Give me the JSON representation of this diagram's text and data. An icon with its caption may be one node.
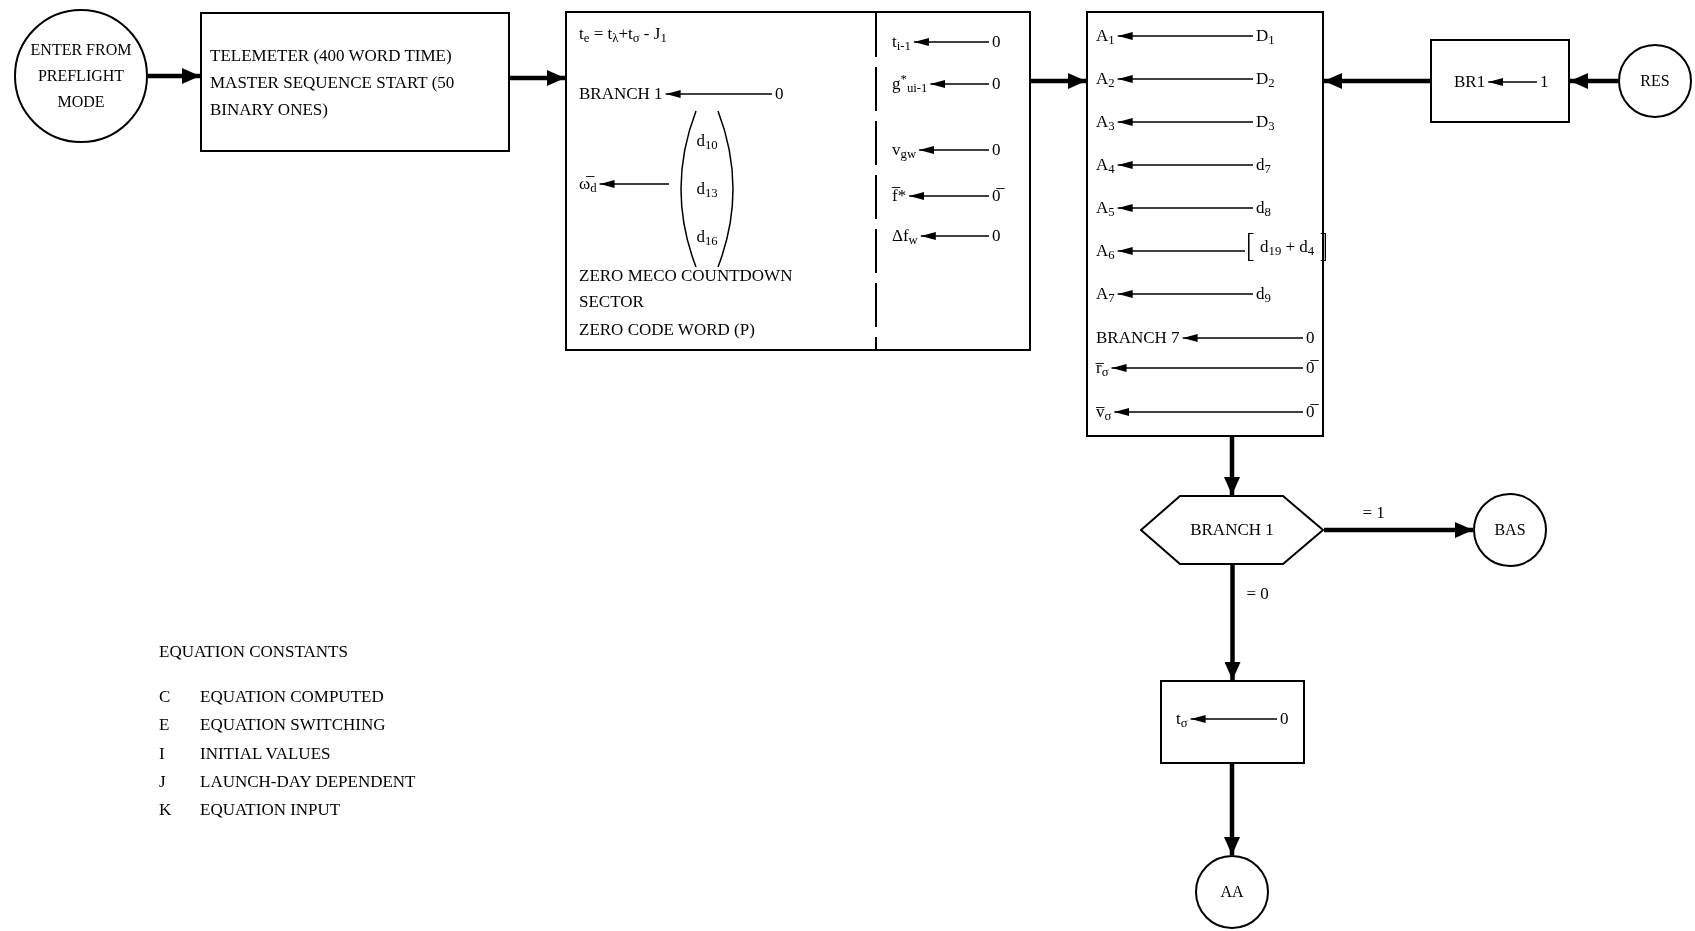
{
  "diagram": {
    "nodes": [
      {
        "text": [
          "ENTER FROM PREFLIGHT MODE"
        ]
      },
      {
        "text": [
          "TELEMETER (400 WORD TIME) MASTER SEQUENCE START (50 BINARY ONES)"
        ]
      },
      {
        "text": [
          "t$_{e}$ = t$_{λ}$+t$_{σ}$ - J$_{1}$",
          "ZERO MECO COUNTDOWN SECTOR",
          "ZERO CODE WORD (P)"
        ]
      },
      {
        "text": [
          "BRANCH 1"
        ],
        "in": 2
      },
      {
        "text": [
          "0"
        ],
        "in": 2
      },
      {
        "text": [
          "ω̅$_{d}$"
        ],
        "in": 2
      },
      {
        "text": [
          "d$_{10}$",
          "d$_{13}$",
          "d$_{16}$"
        ],
        "in": 2
      },
      {
        "text": [
          "t$_{i-1}$"
        ],
        "in": 2
      },
      {
        "text": [
          "0"
        ],
        "in": 2
      },
      {
        "text": [
          "g$^{*}$$_{ui-1}$"
        ],
        "in": 2
      },
      {
        "text": [
          "0"
        ],
        "in": 2
      },
      {
        "text": [
          "v$_{gw}$"
        ],
        "in": 2
      },
      {
        "text": [
          "0"
        ],
        "in": 2
      },
      {
        "text": [
          "f̅*"
        ],
        "in": 2
      },
      {
        "text": [
          "0̅"
        ],
        "in": 2
      },
      {
        "text": [
          "Δf$_{w}$"
        ],
        "in": 2
      },
      {
        "text": [
          "0"
        ],
        "in": 2
      },
      {
        "text": [],
        "shape": "box"
      },
      {
        "text": [
          "A$_{1}$"
        ],
        "in": 17
      },
      {
        "text": [
          "D$_{1}$"
        ],
        "in": 17
      },
      {
        "text": [
          "A$_{2}$"
        ],
        "in": 17
      },
      {
        "text": [
          "D$_{2}$"
        ],
        "in": 17
      },
      {
        "text": [
          "A$_{3}$"
        ],
        "in": 17
      },
      {
        "text": [
          "D$_{3}$"
        ],
        "in": 17
      },
      {
        "text": [
          "A$_{4}$"
        ],
        "in": 17
      },
      {
        "text": [
          "d$_{7}$"
        ],
        "in": 17
      },
      {
        "text": [
          "A$_{5}$"
        ],
        "in": 17
      },
      {
        "text": [
          "d$_{8}$"
        ],
        "in": 17
      },
      {
        "text": [
          "A$_{6}$"
        ],
        "in": 17
      },
      {
        "text": [
          "d$_{19}$ + d$_{4}$"
        ],
        "in": 17
      },
      {
        "text": [
          "A$_{7}$"
        ],
        "in": 17
      },
      {
        "text": [
          "d$_{9}$"
        ],
        "in": 17
      },
      {
        "text": [
          "BRANCH 7"
        ],
        "in": 17
      },
      {
        "text": [
          "0"
        ],
        "in": 17
      },
      {
        "text": [
          "r̅$_{σ}$"
        ],
        "in": 17
      },
      {
        "text": [
          "0̅"
        ],
        "in": 17
      },
      {
        "text": [
          "v̅$_{σ}$"
        ],
        "in": 17
      },
      {
        "text": [
          "0̅"
        ],
        "in": 17
      },
      {
        "text": [],
        "shape": "box"
      },
      {
        "text": [
          "BR1"
        ],
        "in": 38
      },
      {
        "text": [
          "1"
        ],
        "in": 38
      },
      {
        "text": [
          "RES"
        ]
      },
      {
        "text": [
          "BRANCH 1"
        ]
      },
      {
        "text": [
          "BAS"
        ]
      },
      {
        "text": [],
        "shape": "box"
      },
      {
        "text": [
          "t$_{σ}$"
        ],
        "in": 44
      },
      {
        "text": [
          "0"
        ],
        "in": 44
      },
      {
        "text": [
          "AA"
        ]
      }
    ],
    "edges": [
      {
        "from": 0,
        "to": 1,
        "arrow": "to",
        "style": "thick"
      },
      {
        "from": 1,
        "to": 2,
        "arrow": "to",
        "style": "thick"
      },
      {
        "from": 2,
        "to": 17,
        "arrow": "to",
        "style": "thick"
      },
      {
        "from": 38,
        "to": 17,
        "arrow": "to",
        "style": "thick"
      },
      {
        "from": 41,
        "to": 38,
        "arrow": "to",
        "style": "thick"
      },
      {
        "from": 17,
        "to": 42,
        "arrow": "to",
        "style": "thick"
      },
      {
        "from": 42,
        "to": 43,
        "arrow": "to",
        "style": "thick",
        "label": "= 1"
      },
      {
        "from": 42,
        "to": 44,
        "arrow": "to",
        "style": "thick",
        "label": "= 0"
      },
      {
        "from": 44,
        "to": 47,
        "arrow": "to",
        "style": "thick"
      },
      {
        "from": 4,
        "to": 3,
        "arrow": "to"
      },
      {
        "from": 6,
        "to": 5,
        "arrow": "to"
      },
      {
        "from": 8,
        "to": 7,
        "arrow": "to"
      },
      {
        "from": 10,
        "to": 9,
        "arrow": "to"
      },
      {
        "from": 12,
        "to": 11,
        "arrow": "to"
      },
      {
        "from": 14,
        "to": 13,
        "arrow": "to"
      },
      {
        "from": 16,
        "to": 15,
        "arrow": "to"
      },
      {
        "from": 19,
        "to": 18,
        "arrow": "to"
      },
      {
        "from": 21,
        "to": 20,
        "arrow": "to"
      },
      {
        "from": 23,
        "to": 22,
        "arrow": "to"
      },
      {
        "from": 25,
        "to": 24,
        "arrow": "to"
      },
      {
        "from": 27,
        "to": 26,
        "arrow": "to"
      },
      {
        "from": 29,
        "to": 28,
        "arrow": "to"
      },
      {
        "from": 31,
        "to": 30,
        "arrow": "to"
      },
      {
        "from": 33,
        "to": 32,
        "arrow": "to"
      },
      {
        "from": 35,
        "to": 34,
        "arrow": "to"
      },
      {
        "from": 37,
        "to": 36,
        "arrow": "to"
      },
      {
        "from": 40,
        "to": 39,
        "arrow": "to"
      },
      {
        "from": 46,
        "to": 45,
        "arrow": "to"
      }
    ],
    "labels": [
      "EQUATION CONSTANTS",
      "C",
      "EQUATION COMPUTED",
      "E",
      "EQUATION SWITCHING",
      "I",
      "INITIAL VALUES",
      "J",
      "LAUNCH-DAY DEPENDENT",
      "K",
      "EQUATION INPUT"
    ]
  }
}
